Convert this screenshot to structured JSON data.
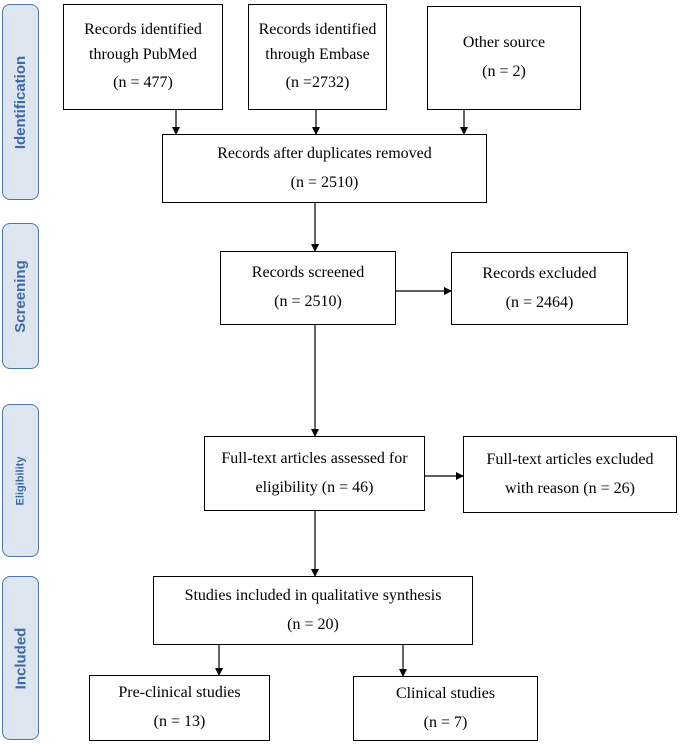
{
  "phases": {
    "identification": "Identification",
    "screening": "Screening",
    "eligibility": "Eligibility",
    "included": "Included"
  },
  "boxes": {
    "pubmed": {
      "line1": "Records identified",
      "line2": "through PubMed",
      "count": "(n = 477)"
    },
    "embase": {
      "line1": "Records identified",
      "line2": "through Embase",
      "count": "(n =2732)"
    },
    "other": {
      "line1": "Other source",
      "count": "(n = 2)"
    },
    "dedup": {
      "line1": "Records after duplicates removed",
      "count": "(n = 2510)"
    },
    "screened": {
      "line1": "Records screened",
      "count": "(n = 2510)"
    },
    "excluded": {
      "line1": "Records excluded",
      "count": "(n = 2464)"
    },
    "fulltext": {
      "line1": "Full-text articles assessed for",
      "line2": "eligibility (n = 46)"
    },
    "ft_excluded": {
      "line1": "Full-text articles excluded",
      "line2": "with reason (n = 26)"
    },
    "included": {
      "line1": "Studies included in qualitative synthesis",
      "count": "(n = 20)"
    },
    "preclinical": {
      "line1": "Pre-clinical studies",
      "count": "(n = 13)"
    },
    "clinical": {
      "line1": "Clinical studies",
      "count": "(n = 7)"
    }
  }
}
